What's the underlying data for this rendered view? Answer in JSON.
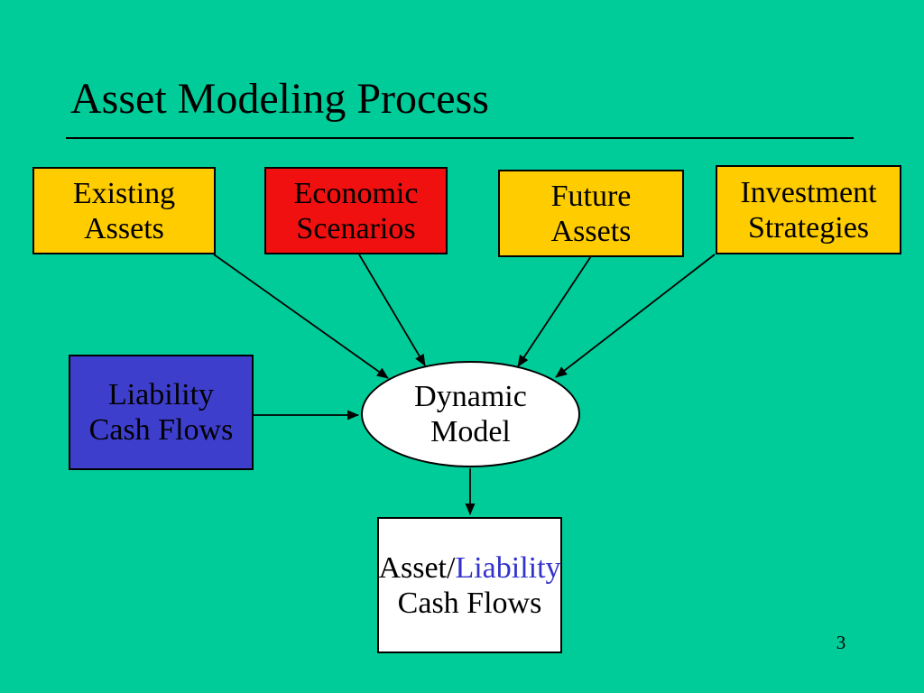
{
  "slide": {
    "title": "Asset Modeling Process",
    "page_number": "3"
  },
  "colors": {
    "background": "#00CC99",
    "box_yellow": "#FFCC00",
    "box_red": "#F01010",
    "box_blue": "#3E3ECD",
    "box_white": "#FFFFFF",
    "text_black": "#000000",
    "text_blue": "#3333CC",
    "line": "#000000"
  },
  "nodes": {
    "existing_assets": {
      "line1": "Existing",
      "line2": "Assets"
    },
    "economic_scenarios": {
      "line1": "Economic",
      "line2": "Scenarios"
    },
    "future_assets": {
      "line1": "Future",
      "line2": "Assets"
    },
    "investment_strategies": {
      "line1": "Investment",
      "line2": "Strategies"
    },
    "liability_cash_flows": {
      "line1": "Liability",
      "line2": "Cash Flows"
    },
    "dynamic_model": {
      "line1": "Dynamic",
      "line2": "Model"
    },
    "asset_liability": {
      "line1_black": "Asset/",
      "line1_blue": "Liability",
      "line2": "Cash Flows"
    }
  }
}
